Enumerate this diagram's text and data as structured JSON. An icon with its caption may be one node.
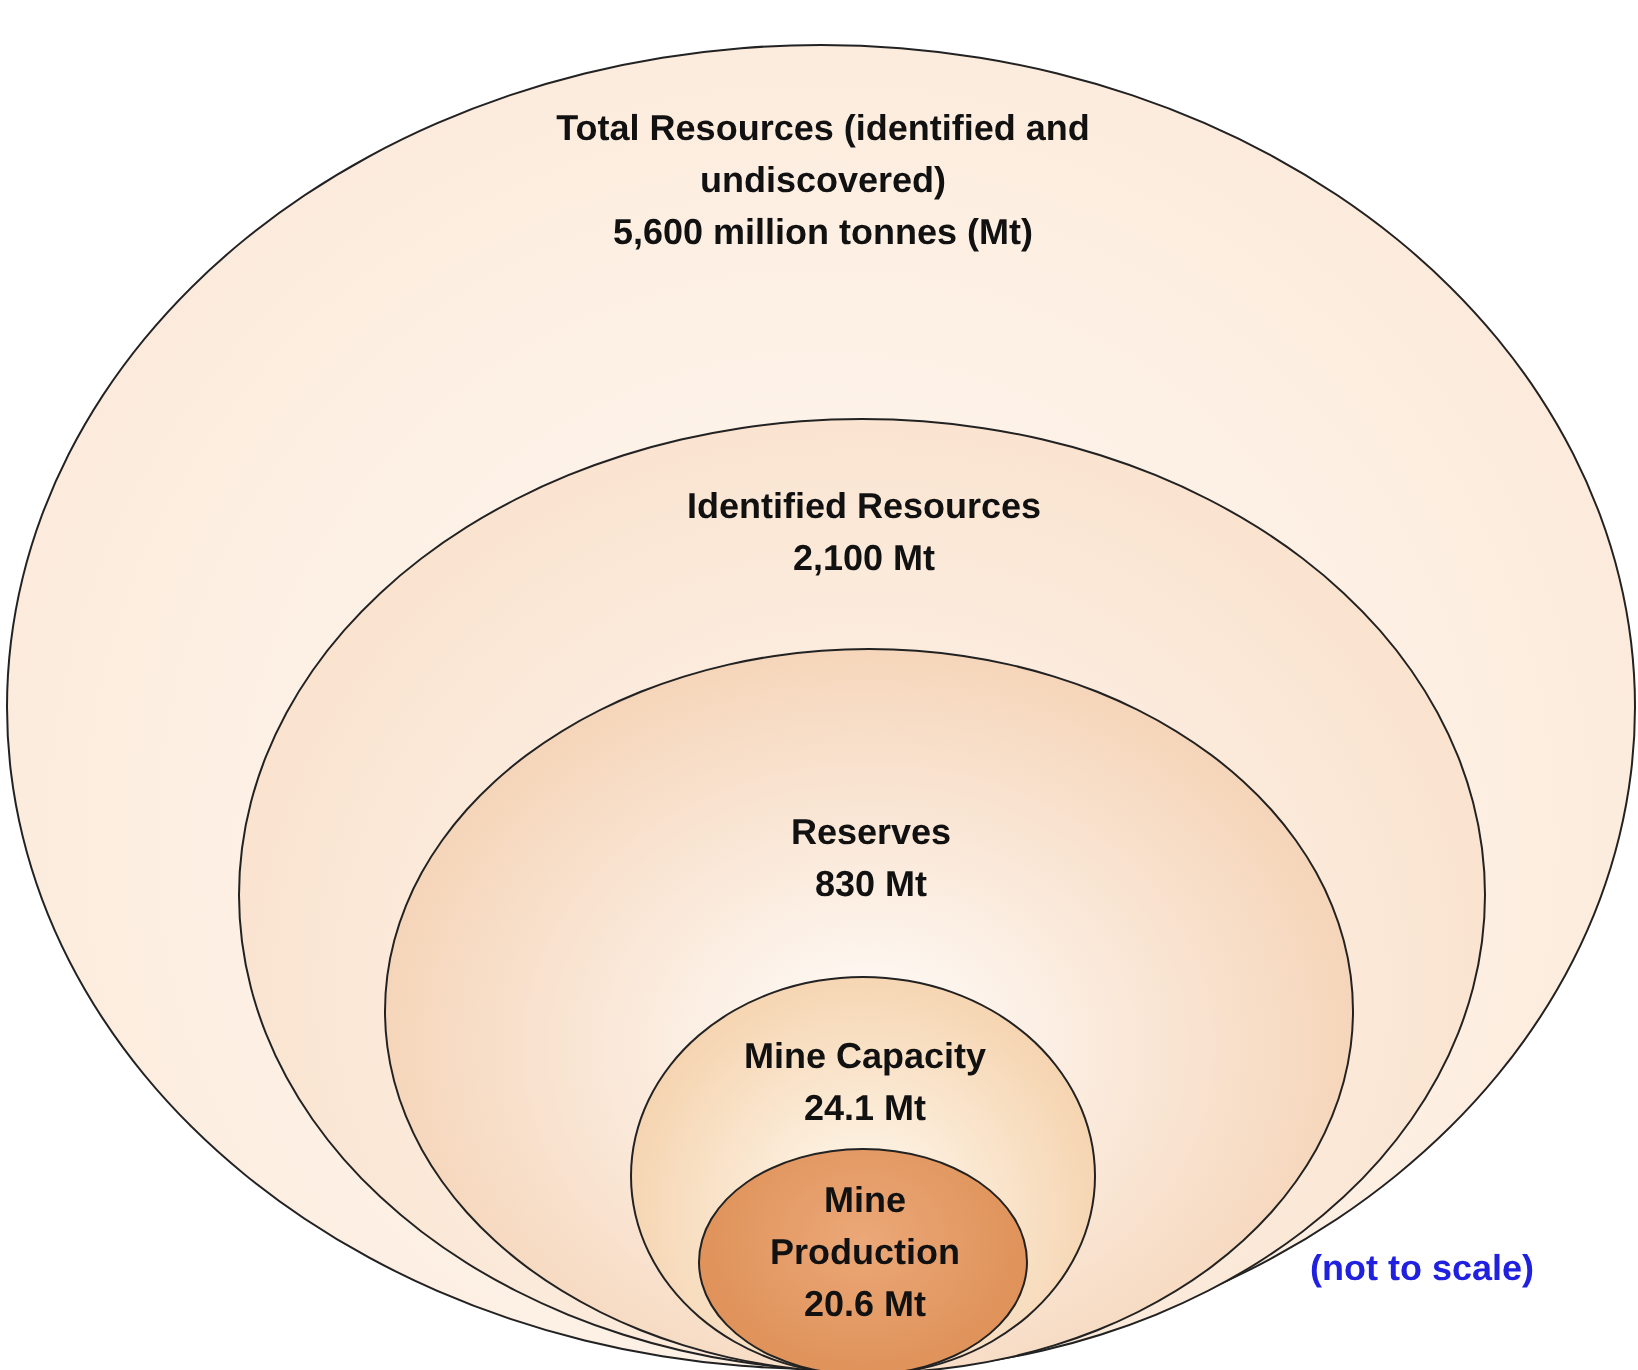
{
  "diagram": {
    "nodes": [
      {
        "text": [
          "Total Resources (identified and undiscovered)",
          "5,600 million tonnes (Mt)"
        ]
      },
      {
        "text": [
          "Identified Resources",
          "2,100 Mt"
        ],
        "in": 0
      },
      {
        "text": [
          "Reserves",
          "830 Mt"
        ],
        "in": 1
      },
      {
        "text": [
          "Mine Capacity",
          "24.1 Mt"
        ],
        "in": 2
      },
      {
        "text": [
          "Mine Production",
          "20.6 Mt"
        ],
        "in": 3
      }
    ],
    "edges": [],
    "labels": [
      "(not to scale)"
    ]
  }
}
